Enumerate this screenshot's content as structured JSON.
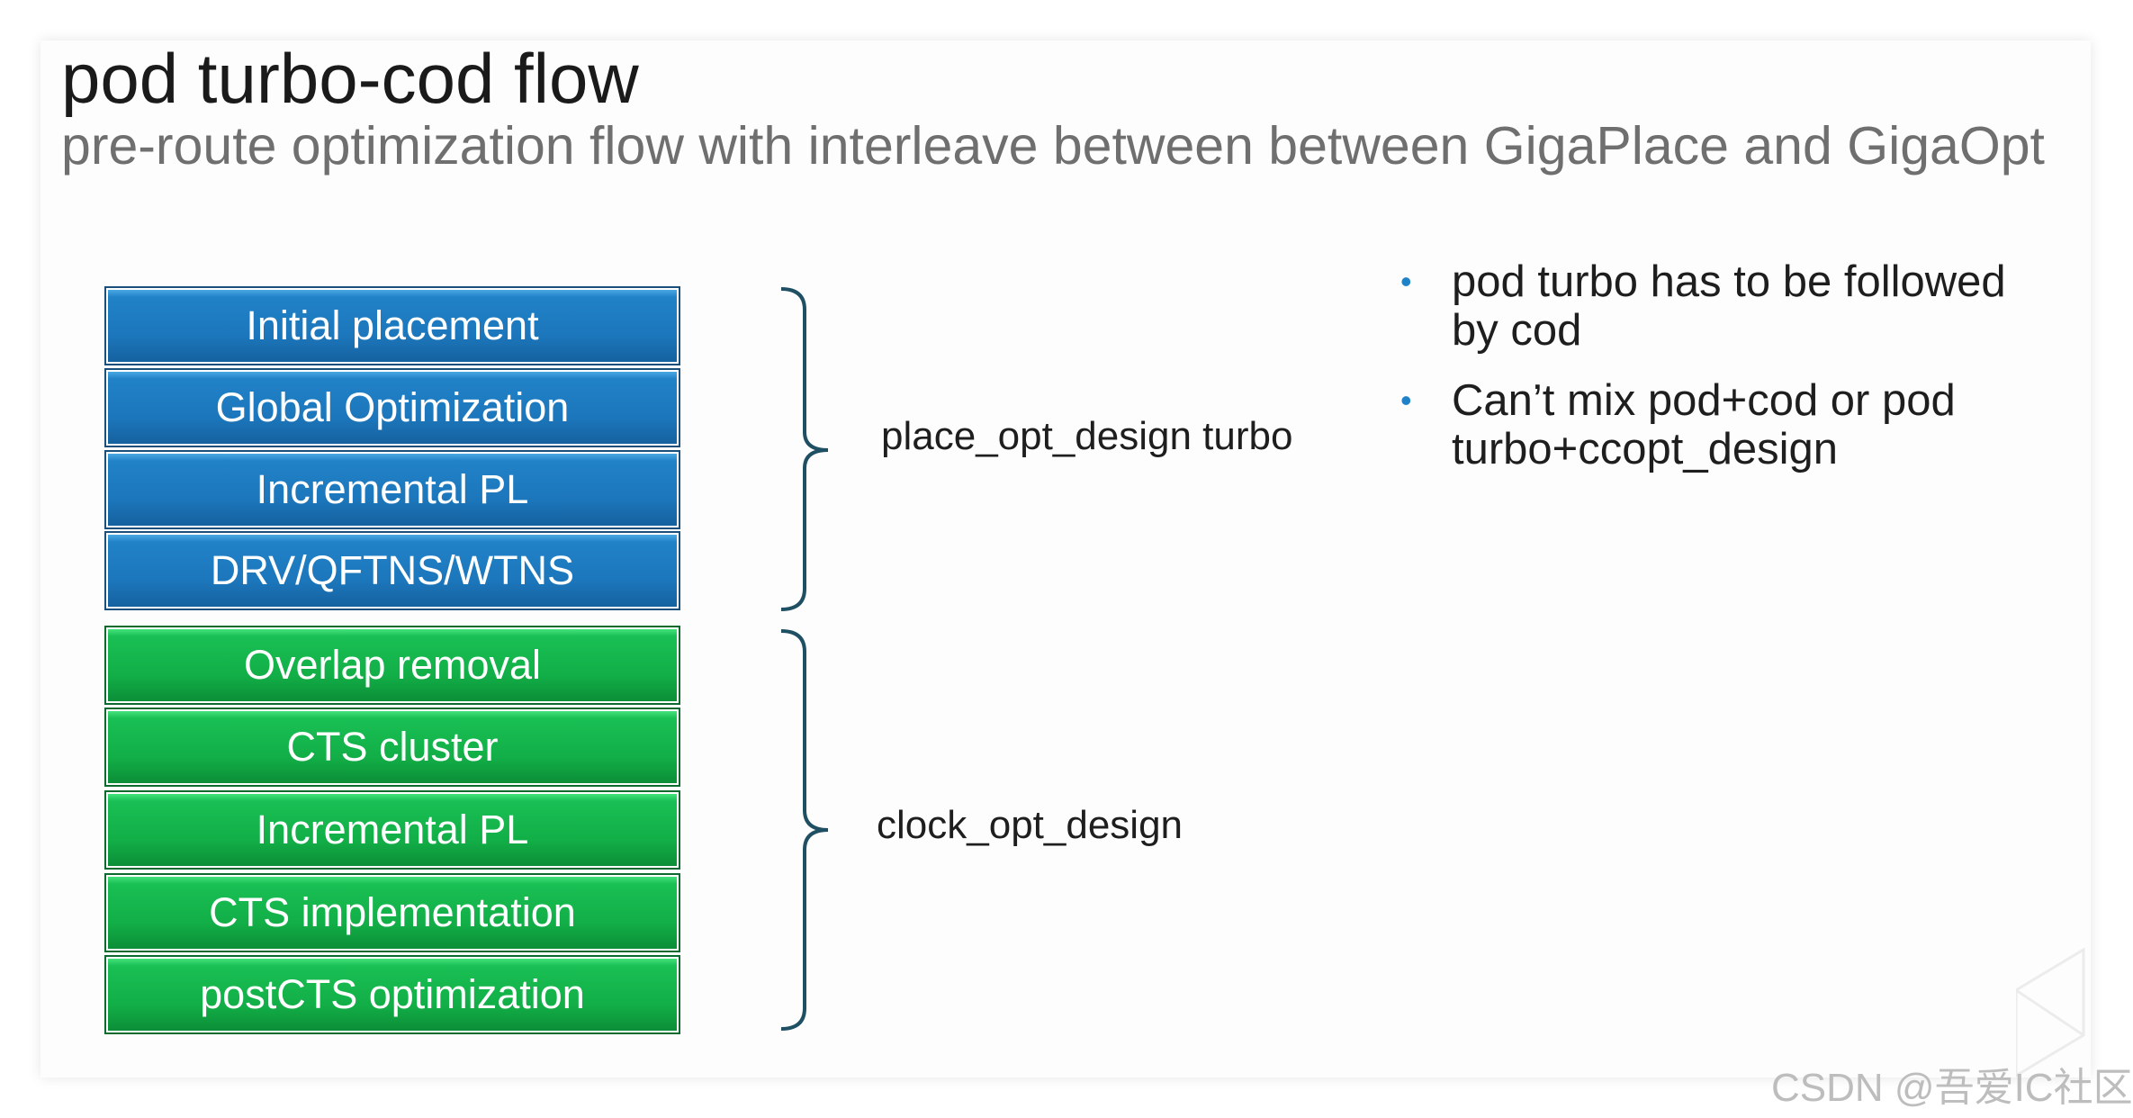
{
  "title": "pod turbo-cod flow",
  "subtitle": "pre-route optimization flow with interleave between between GigaPlace and GigaOpt",
  "flow_groups": [
    {
      "label": "place_opt_design turbo",
      "color": "#1c76bb",
      "steps": [
        "Initial placement",
        "Global Optimization",
        "Incremental PL",
        "DRV/QFTNS/WTNS"
      ]
    },
    {
      "label": "clock_opt_design",
      "color": "#12ae47",
      "steps": [
        "Overlap removal",
        "CTS cluster",
        "Incremental PL",
        "CTS implementation",
        "postCTS optimization"
      ]
    }
  ],
  "notes": [
    {
      "bullet": "•",
      "text": "pod turbo has to be followed by cod"
    },
    {
      "bullet": "•",
      "text": "Can’t mix pod+cod or pod turbo+ccopt_design"
    }
  ],
  "bracket_color": "#1f4f63",
  "watermark": "CSDN @吾爱IC社区"
}
